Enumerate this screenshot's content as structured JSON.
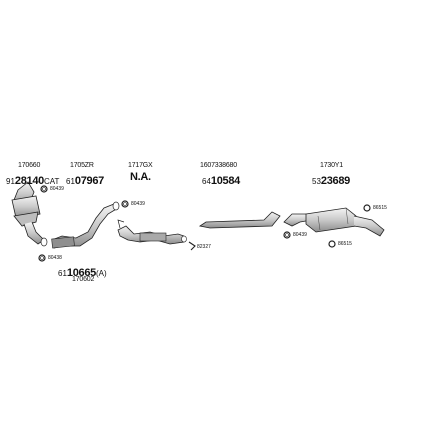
{
  "groups": [
    {
      "ref": "170660",
      "prefix": "91",
      "number": "28140",
      "suffix": "CAT"
    },
    {
      "ref": "1705ZR",
      "prefix": "61",
      "number": "07967",
      "suffix": ""
    },
    {
      "ref": "1717GX",
      "prefix": "",
      "number": "N.A.",
      "suffix": ""
    },
    {
      "ref": "1607338680",
      "prefix": "64",
      "number": "10584",
      "suffix": ""
    },
    {
      "ref": "1730Y1",
      "prefix": "53",
      "number": "23689",
      "suffix": ""
    }
  ],
  "bottom_group": {
    "prefix": "61",
    "number": "10665",
    "suffix": "(A)",
    "ref": "170602"
  },
  "clamp_refs": [
    "80439",
    "80439",
    "80438",
    "82327",
    "80439",
    "86515",
    "86515"
  ],
  "colors": {
    "line": "#222222",
    "pipe_fill": "#d8d8d8",
    "pipe_dark": "#9a9a9a"
  }
}
